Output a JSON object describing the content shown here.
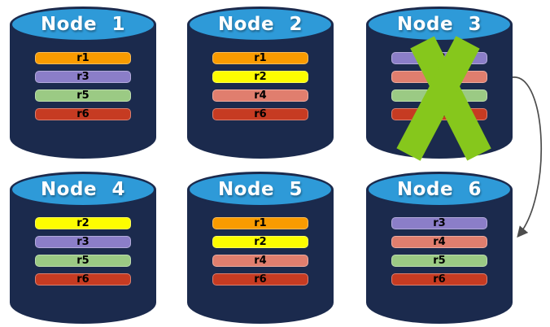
{
  "colors": {
    "background": "#FFFFFF",
    "cylinder_body": "#1B2A4D",
    "cylinder_top": "#2E9AD8",
    "node_title_text": "#FFFFFF",
    "replica_label_text": "#000000",
    "failed_x_mark": "#86C71C",
    "arrow": "#4D4D4D"
  },
  "nodes": [
    {
      "label": "Node 1",
      "failed": false,
      "replicas": [
        {
          "label": "r1",
          "color": "#F99B00"
        },
        {
          "label": "r3",
          "color": "#8B7EC8"
        },
        {
          "label": "r5",
          "color": "#9BCA84"
        },
        {
          "label": "r6",
          "color": "#C63B22"
        }
      ]
    },
    {
      "label": "Node 2",
      "failed": false,
      "replicas": [
        {
          "label": "r1",
          "color": "#F99B00"
        },
        {
          "label": "r2",
          "color": "#FDFD00"
        },
        {
          "label": "r4",
          "color": "#E07E6E"
        },
        {
          "label": "r6",
          "color": "#C63B22"
        }
      ]
    },
    {
      "label": "Node 3",
      "failed": true,
      "replicas": [
        {
          "label": "r3",
          "color": "#8B7EC8"
        },
        {
          "label": "r4",
          "color": "#E07E6E"
        },
        {
          "label": "r5",
          "color": "#9BCA84"
        },
        {
          "label": "r6",
          "color": "#C63B22"
        }
      ]
    },
    {
      "label": "Node 4",
      "failed": false,
      "replicas": [
        {
          "label": "r2",
          "color": "#FDFD00"
        },
        {
          "label": "r3",
          "color": "#8B7EC8"
        },
        {
          "label": "r5",
          "color": "#9BCA84"
        },
        {
          "label": "r6",
          "color": "#C63B22"
        }
      ]
    },
    {
      "label": "Node 5",
      "failed": false,
      "replicas": [
        {
          "label": "r1",
          "color": "#F99B00"
        },
        {
          "label": "r2",
          "color": "#FDFD00"
        },
        {
          "label": "r4",
          "color": "#E07E6E"
        },
        {
          "label": "r6",
          "color": "#C63B22"
        }
      ]
    },
    {
      "label": "Node 6",
      "failed": false,
      "replicas": [
        {
          "label": "r3",
          "color": "#8B7EC8"
        },
        {
          "label": "r4",
          "color": "#E07E6E"
        },
        {
          "label": "r5",
          "color": "#9BCA84"
        },
        {
          "label": "r6",
          "color": "#C63B22"
        }
      ]
    }
  ],
  "arrow": {
    "from": "Node 3",
    "to": "Node 6"
  }
}
